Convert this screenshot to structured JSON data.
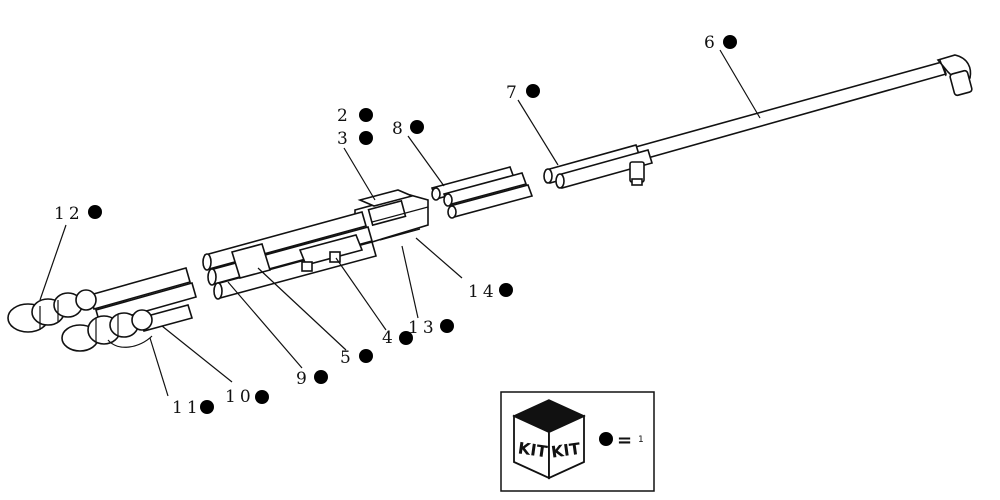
{
  "callouts": {
    "c2": "2",
    "c3": "3",
    "c4": "4",
    "c5": "5",
    "c6": "6",
    "c7": "7",
    "c8": "8",
    "c9": "9",
    "c10": "10",
    "c11": "11",
    "c12": "12",
    "c13": "13",
    "c14": "14"
  },
  "legend": {
    "kit_left": "KIT",
    "kit_right": "KIT",
    "equals": "=",
    "qty": "1"
  }
}
